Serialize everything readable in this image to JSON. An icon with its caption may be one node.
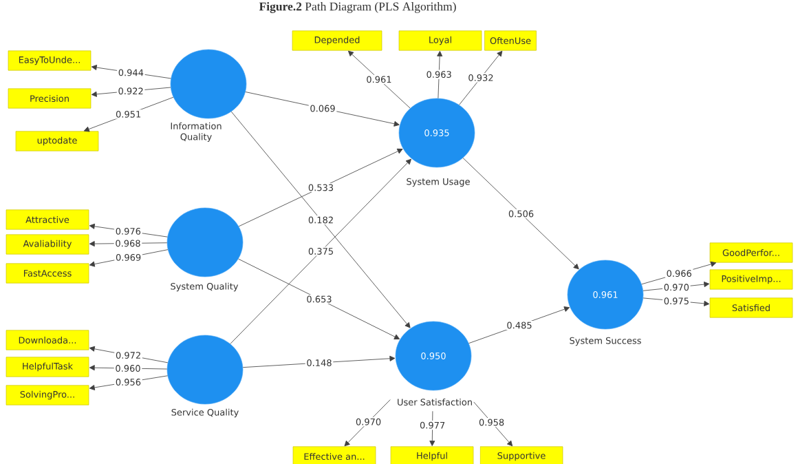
{
  "diagram": {
    "title": "**Figure.2** Path Diagram (PLS Algorithm)",
    "nodes": [
      {
        "text": [
          "EasyToUnde..."
        ]
      },
      {
        "text": [
          "Depended"
        ]
      },
      {
        "text": [
          "Loyal"
        ]
      },
      {
        "text": [
          "OftenUse"
        ]
      },
      {
        "text": [],
        "shape": "circle",
        "beside": [
          "Information Quality"
        ]
      },
      {
        "text": [
          "Precision"
        ]
      },
      {
        "text": [
          "uptodate"
        ]
      },
      {
        "text": [
          "0.935"
        ],
        "beside": [
          "System Usage"
        ]
      },
      {
        "text": [
          "Attractive"
        ]
      },
      {
        "text": [
          "Avaliability"
        ]
      },
      {
        "text": [
          "FastAccess"
        ]
      },
      {
        "text": [],
        "shape": "circle",
        "beside": [
          "System Quality"
        ]
      },
      {
        "text": [
          "GoodPerfor..."
        ]
      },
      {
        "text": [
          "0.961"
        ],
        "beside": [
          "System Success"
        ]
      },
      {
        "text": [
          "PositiveImp..."
        ]
      },
      {
        "text": [
          "Satisfied"
        ]
      },
      {
        "text": [
          "Downloada..."
        ]
      },
      {
        "text": [
          "HelpfulTask"
        ]
      },
      {
        "text": [],
        "shape": "circle",
        "beside": [
          "Service Quality"
        ]
      },
      {
        "text": [
          "0.950"
        ],
        "beside": [
          "User Satisfaction"
        ]
      },
      {
        "text": [
          "SolvingPro..."
        ]
      },
      {
        "text": [
          "Effective an..."
        ]
      },
      {
        "text": [
          "Helpful"
        ]
      },
      {
        "text": [
          "Supportive"
        ]
      }
    ],
    "edges": [
      {
        "from": 4,
        "to": 0,
        "arrow": "to",
        "label": "0.944"
      },
      {
        "from": 4,
        "to": 5,
        "arrow": "to",
        "label": "0.922"
      },
      {
        "from": 4,
        "to": 6,
        "arrow": "to",
        "label": "0.951"
      },
      {
        "from": 7,
        "to": 1,
        "arrow": "to",
        "label": "0.961"
      },
      {
        "from": 7,
        "to": 2,
        "arrow": "to",
        "label": "0.963"
      },
      {
        "from": 7,
        "to": 3,
        "arrow": "to",
        "label": "0.932"
      },
      {
        "from": 11,
        "to": 8,
        "arrow": "to",
        "label": "0.976"
      },
      {
        "from": 11,
        "to": 9,
        "arrow": "to",
        "label": "0.968"
      },
      {
        "from": 11,
        "to": 10,
        "arrow": "to",
        "label": "0.969"
      },
      {
        "from": 18,
        "to": 16,
        "arrow": "to",
        "label": "0.972"
      },
      {
        "from": 18,
        "to": 17,
        "arrow": "to",
        "label": "0.960"
      },
      {
        "from": 18,
        "to": 20,
        "arrow": "to",
        "label": "0.956"
      },
      {
        "from": 13,
        "to": 12,
        "arrow": "to",
        "label": "0.966"
      },
      {
        "from": 13,
        "to": 14,
        "arrow": "to",
        "label": "0.970"
      },
      {
        "from": 13,
        "to": 15,
        "arrow": "to",
        "label": "0.975"
      },
      {
        "from": 19,
        "to": 21,
        "arrow": "to",
        "label": "0.970"
      },
      {
        "from": 19,
        "to": 22,
        "arrow": "to",
        "label": "0.977"
      },
      {
        "from": 19,
        "to": 23,
        "arrow": "to",
        "label": "0.958"
      },
      {
        "from": 4,
        "to": 7,
        "arrow": "to",
        "label": "0.069"
      },
      {
        "from": 4,
        "to": 19,
        "arrow": "to",
        "label": "0.182"
      },
      {
        "from": 11,
        "to": 7,
        "arrow": "to",
        "label": "0.533"
      },
      {
        "from": 11,
        "to": 19,
        "arrow": "to",
        "label": "0.653"
      },
      {
        "from": 18,
        "to": 7,
        "arrow": "to",
        "label": "0.375"
      },
      {
        "from": 18,
        "to": 19,
        "arrow": "to",
        "label": "0.148"
      },
      {
        "from": 7,
        "to": 13,
        "arrow": "to",
        "label": "0.506"
      },
      {
        "from": 19,
        "to": 13,
        "arrow": "to",
        "label": "0.485"
      }
    ]
  }
}
